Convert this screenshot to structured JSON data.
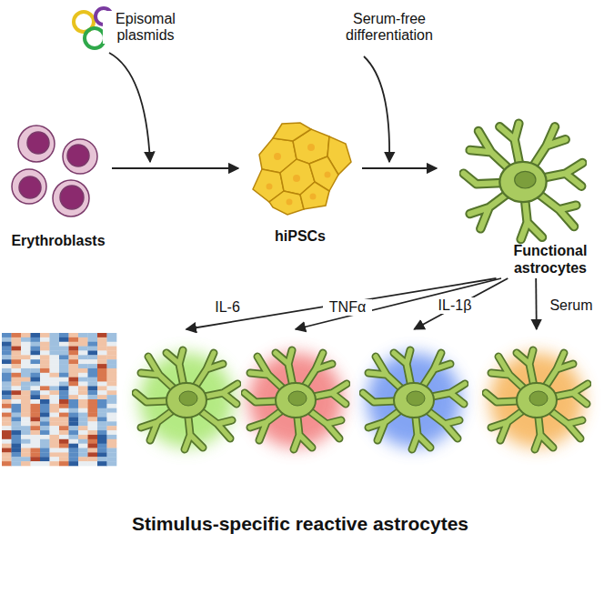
{
  "diagram": {
    "nodes": [
      {
        "text": [
          "Erythroblasts"
        ]
      },
      {
        "text": [
          "hiPSCs"
        ]
      },
      {
        "text": [
          "Functional astrocytes"
        ]
      },
      {
        "text": [
          "Stimulus-specific reactive astrocytes"
        ]
      }
    ],
    "edges": [
      {
        "from": 0,
        "to": 1,
        "label": "Episomal plasmids",
        "arrow": "to"
      },
      {
        "from": 1,
        "to": 2,
        "label": "Serum-free differentiation",
        "arrow": "to"
      },
      {
        "from": 2,
        "to": 3,
        "label": "IL-6",
        "arrow": "to"
      },
      {
        "from": 2,
        "to": 3,
        "label": "TNFα",
        "arrow": "to"
      },
      {
        "from": 2,
        "to": 3,
        "label": "IL-1β",
        "arrow": "to"
      },
      {
        "from": 2,
        "to": 3,
        "label": "Serum",
        "arrow": "to"
      }
    ]
  }
}
